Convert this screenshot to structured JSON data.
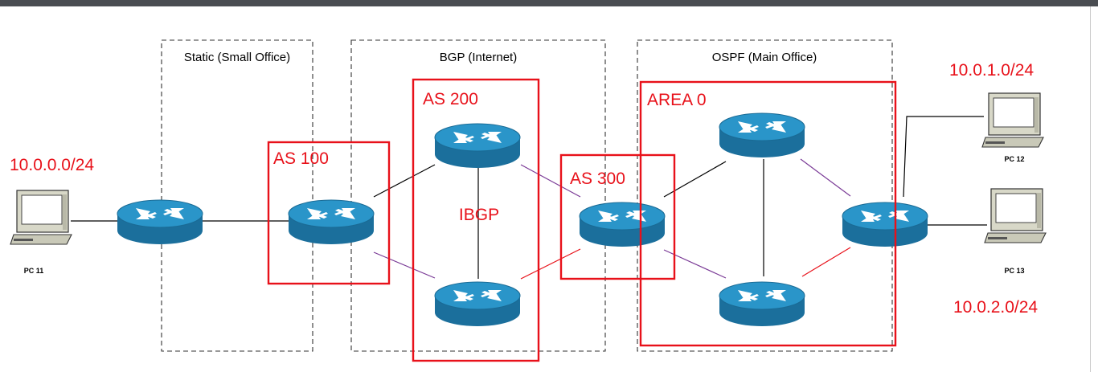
{
  "zones": {
    "static": "Static (Small Office)",
    "bgp": "BGP (Internet)",
    "ospf": "OSPF (Main Office)"
  },
  "groups": {
    "as100": "AS 100",
    "as200": "AS 200",
    "as300": "AS 300",
    "area0": "AREA 0",
    "ibgp": "IBGP"
  },
  "networks": {
    "left": "10.0.0.0/24",
    "right_top": "10.0.1.0/24",
    "right_bottom": "10.0.2.0/24"
  },
  "pcs": {
    "pc11": "PC 11",
    "pc12": "PC 12",
    "pc13": "PC 13"
  },
  "colors": {
    "annotation_red": "#e8111a",
    "router_blue": "#1e7fb0",
    "link_purple": "#7a3a96"
  },
  "icons": {
    "router": "router-icon",
    "pc": "pc-icon"
  }
}
